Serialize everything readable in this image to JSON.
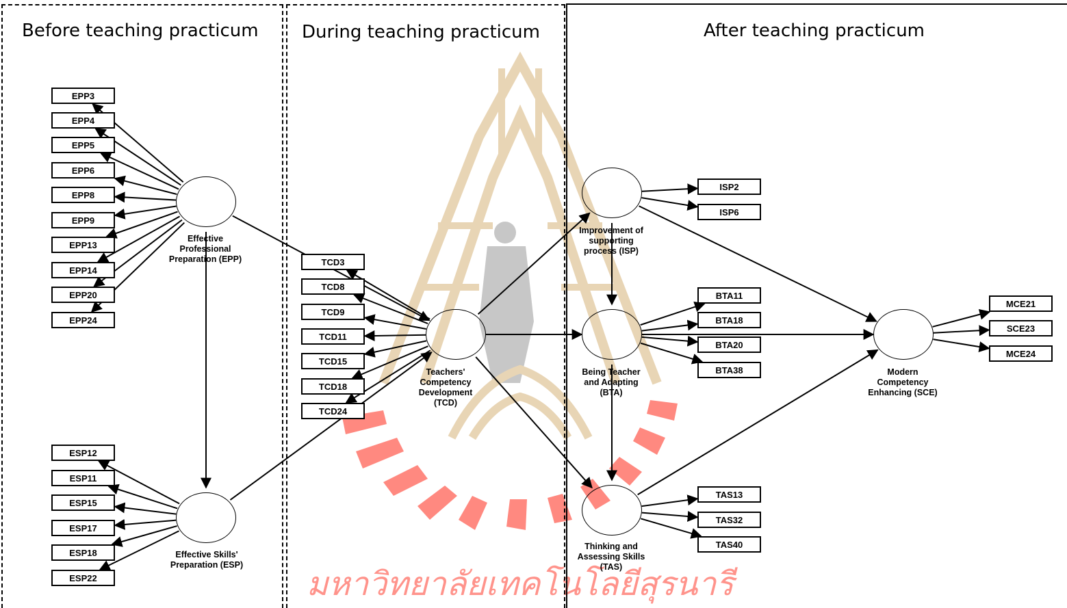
{
  "phases": [
    {
      "key": "before",
      "title": "Before teaching practicum"
    },
    {
      "key": "during",
      "title": "During teaching practicum"
    },
    {
      "key": "after",
      "title": "After teaching practicum"
    }
  ],
  "constructs": [
    {
      "key": "EPP",
      "label": "Effective\nProfessional\nPreparation (EPP)"
    },
    {
      "key": "ESP",
      "label": "Effective Skills'\nPreparation (ESP)"
    },
    {
      "key": "TCD",
      "label": "Teachers'\nCompetency\nDevelopment\n(TCD)"
    },
    {
      "key": "ISP",
      "label": "Improvement of\nsupporting\nprocess (ISP)"
    },
    {
      "key": "BTA",
      "label": "Being Teacher\nand Adapting\n(BTA)"
    },
    {
      "key": "TAS",
      "label": "Thinking and\nAssessing Skills\n(TAS)"
    },
    {
      "key": "SCE",
      "label": "Modern\nCompetency\nEnhancing (SCE)"
    }
  ],
  "indicators": {
    "EPP": [
      "EPP3",
      "EPP4",
      "EPP5",
      "EPP6",
      "EPP8",
      "EPP9",
      "EPP13",
      "EPP14",
      "EPP20",
      "EPP24"
    ],
    "ESP": [
      "ESP12",
      "ESP11",
      "ESP15",
      "ESP17",
      "ESP18",
      "ESP22"
    ],
    "TCD": [
      "TCD3",
      "TCD8",
      "TCD9",
      "TCD11",
      "TCD15",
      "TCD18",
      "TCD24"
    ],
    "ISP": [
      "ISP2",
      "ISP6"
    ],
    "BTA": [
      "BTA11",
      "BTA18",
      "BTA20",
      "BTA38"
    ],
    "TAS": [
      "TAS13",
      "TAS32",
      "TAS40"
    ],
    "SCE": [
      "MCE21",
      "SCE23",
      "MCE24"
    ]
  },
  "structural_paths": [
    [
      "EPP",
      "ESP"
    ],
    [
      "EPP",
      "TCD"
    ],
    [
      "ESP",
      "TCD"
    ],
    [
      "TCD",
      "ISP"
    ],
    [
      "TCD",
      "BTA"
    ],
    [
      "TCD",
      "TAS"
    ],
    [
      "ISP",
      "BTA"
    ],
    [
      "ISP",
      "SCE"
    ],
    [
      "BTA",
      "TAS"
    ],
    [
      "BTA",
      "SCE"
    ],
    [
      "TAS",
      "SCE"
    ]
  ],
  "watermark": {
    "text": "มหาวิทยาลัยเทคโนโลยีสุรนารี",
    "color": "#ff2a1a"
  },
  "colors": {
    "line": "#000000",
    "watermark_red": "#ff2a1a",
    "watermark_gold": "#d7b37a",
    "watermark_gray": "#9a9a9a"
  }
}
